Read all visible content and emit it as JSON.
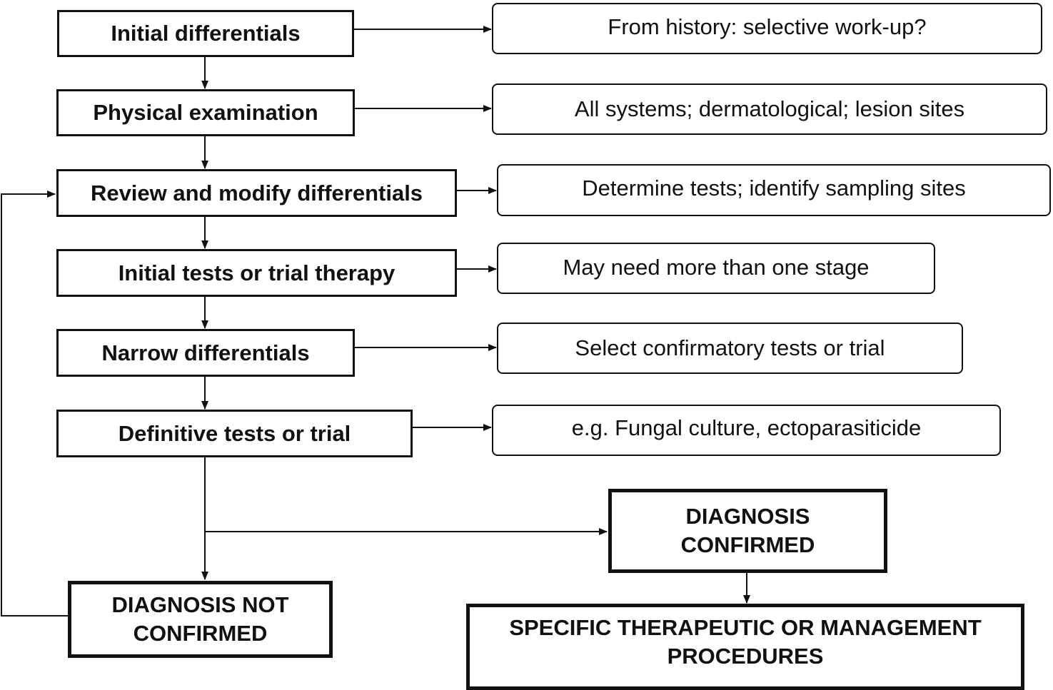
{
  "steps": [
    {
      "label": "Initial differentials"
    },
    {
      "label": "Physical examination"
    },
    {
      "label": "Review and modify differentials"
    },
    {
      "label": "Initial tests or trial therapy"
    },
    {
      "label": "Narrow differentials"
    },
    {
      "label": "Definitive tests or trial"
    }
  ],
  "notes": [
    {
      "label": "From history: selective work-up?"
    },
    {
      "label": "All systems; dermatological; lesion sites"
    },
    {
      "label": "Determine tests; identify sampling sites"
    },
    {
      "label": "May need more than one stage"
    },
    {
      "label": "Select confirmatory tests or trial"
    },
    {
      "label": "e.g. Fungal culture, ectoparasiticide"
    }
  ],
  "outcomes": {
    "not_confirmed": {
      "line1": "DIAGNOSIS NOT",
      "line2": "CONFIRMED"
    },
    "confirmed": {
      "line1": "DIAGNOSIS",
      "line2": "CONFIRMED"
    },
    "procedures": {
      "line1": "SPECIFIC THERAPEUTIC OR MANAGEMENT",
      "line2": "PROCEDURES"
    }
  }
}
